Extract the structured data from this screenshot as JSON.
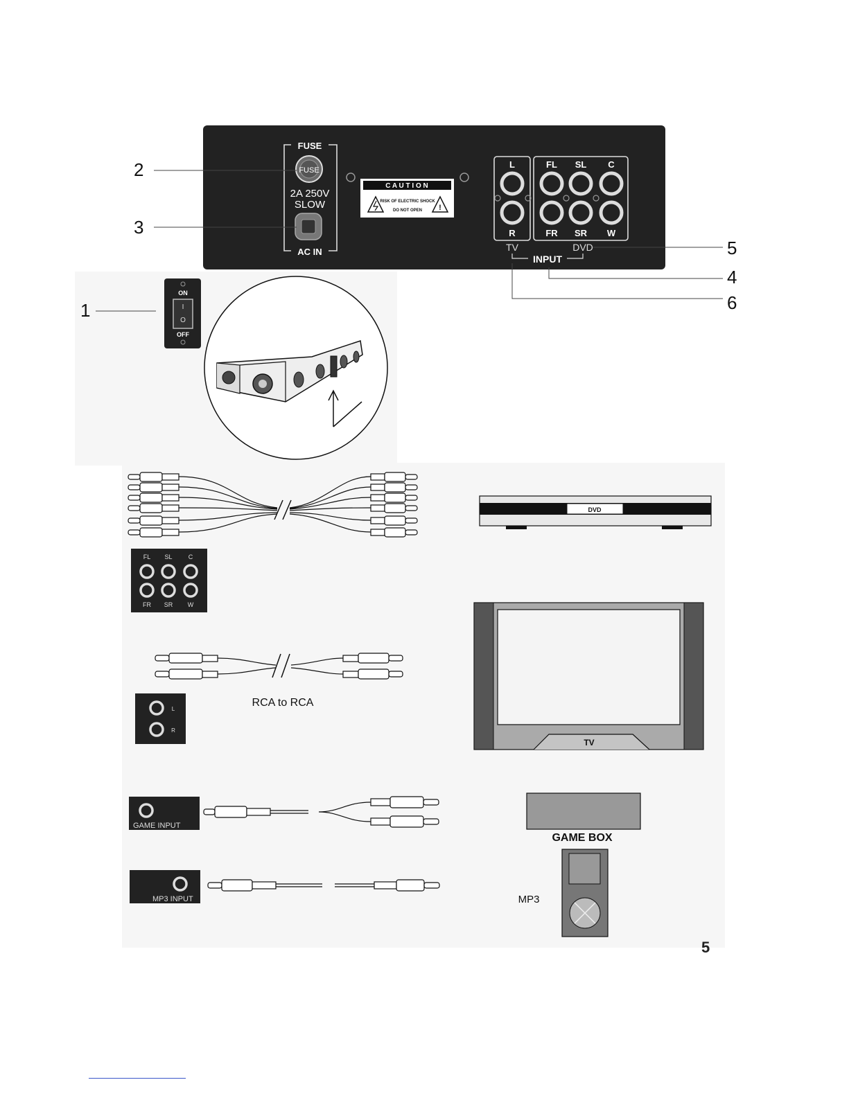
{
  "panel": {
    "fuse_title": "FUSE",
    "fuse_cap": "FUSE",
    "fuse_rating": "2A  250V",
    "fuse_type": "SLOW",
    "ac_in": "AC IN",
    "caution_title": "C A U T I O N",
    "caution_line1": "RISK OF ELECTRIC SHOCK",
    "caution_line2": "DO NOT OPEN",
    "tv_top": "L",
    "tv_bottom": "R",
    "dvd_top": [
      "FL",
      "SL",
      "C"
    ],
    "dvd_bottom": [
      "FR",
      "SR",
      "W"
    ],
    "tv_caption": "TV",
    "dvd_caption": "DVD",
    "input_caption": "INPUT"
  },
  "callouts": [
    "1",
    "2",
    "3",
    "4",
    "5",
    "6"
  ],
  "power_switch": {
    "on": "ON",
    "off": "OFF",
    "on_mark": "I",
    "off_mark": "O"
  },
  "jack_box_6": {
    "top": [
      "FL",
      "SL",
      "C"
    ],
    "bottom": [
      "FR",
      "SR",
      "W"
    ]
  },
  "jack_box_2": {
    "top": "L",
    "bottom": "R"
  },
  "rca_caption": "RCA  to  RCA",
  "game_input": "GAME INPUT",
  "mp3_input": "MP3 INPUT",
  "devices": {
    "dvd": "DVD",
    "tv": "TV",
    "game_box": "GAME BOX",
    "mp3": "MP3"
  },
  "page_number": "5",
  "colors": {
    "panel": "#222222",
    "light_bg": "#f6f6f6",
    "screen_frame": "#555555"
  }
}
